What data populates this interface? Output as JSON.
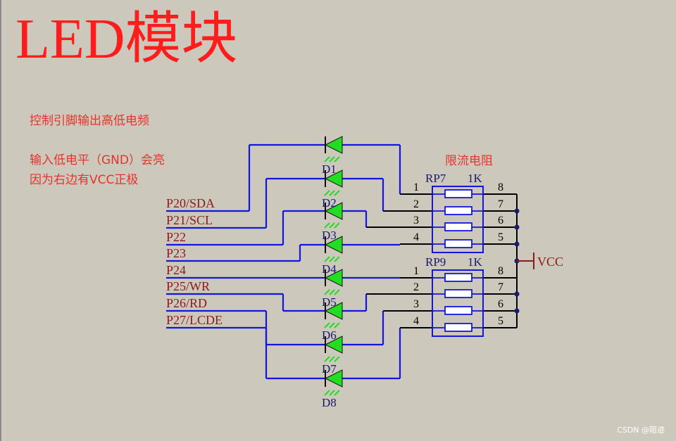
{
  "title": "LED模块",
  "notes": {
    "line1": "控制引脚输出高低电频",
    "line2": "输入低电平（GND）会亮",
    "line3": "因为右边有VCC正极",
    "resistor_note": "限流电阻"
  },
  "pins": [
    "P20/SDA",
    "P21/SCL",
    "P22",
    "P23",
    "P24",
    "P25/WR",
    "P26/RD",
    "P27/LCDE"
  ],
  "leds": [
    "D1",
    "D2",
    "D3",
    "D4",
    "D5",
    "D6",
    "D7",
    "D8"
  ],
  "resistor_packs": [
    {
      "name": "RP7",
      "value": "1K",
      "left_pins": [
        "1",
        "2",
        "3",
        "4"
      ],
      "right_pins": [
        "8",
        "7",
        "6",
        "5"
      ]
    },
    {
      "name": "RP9",
      "value": "1K",
      "left_pins": [
        "1",
        "2",
        "3",
        "4"
      ],
      "right_pins": [
        "8",
        "7",
        "6",
        "5"
      ]
    }
  ],
  "power": "VCC",
  "watermark": "CSDN @陌迹",
  "colors": {
    "background": "#ccc8bc",
    "title": "#ff1c1c",
    "note": "#e8322c",
    "wire": "#1515e0",
    "led_fill": "#22dd22",
    "pin_label": "#8b1a1a",
    "part_label": "#1a1a6e",
    "vcc": "#8b1a1a"
  }
}
